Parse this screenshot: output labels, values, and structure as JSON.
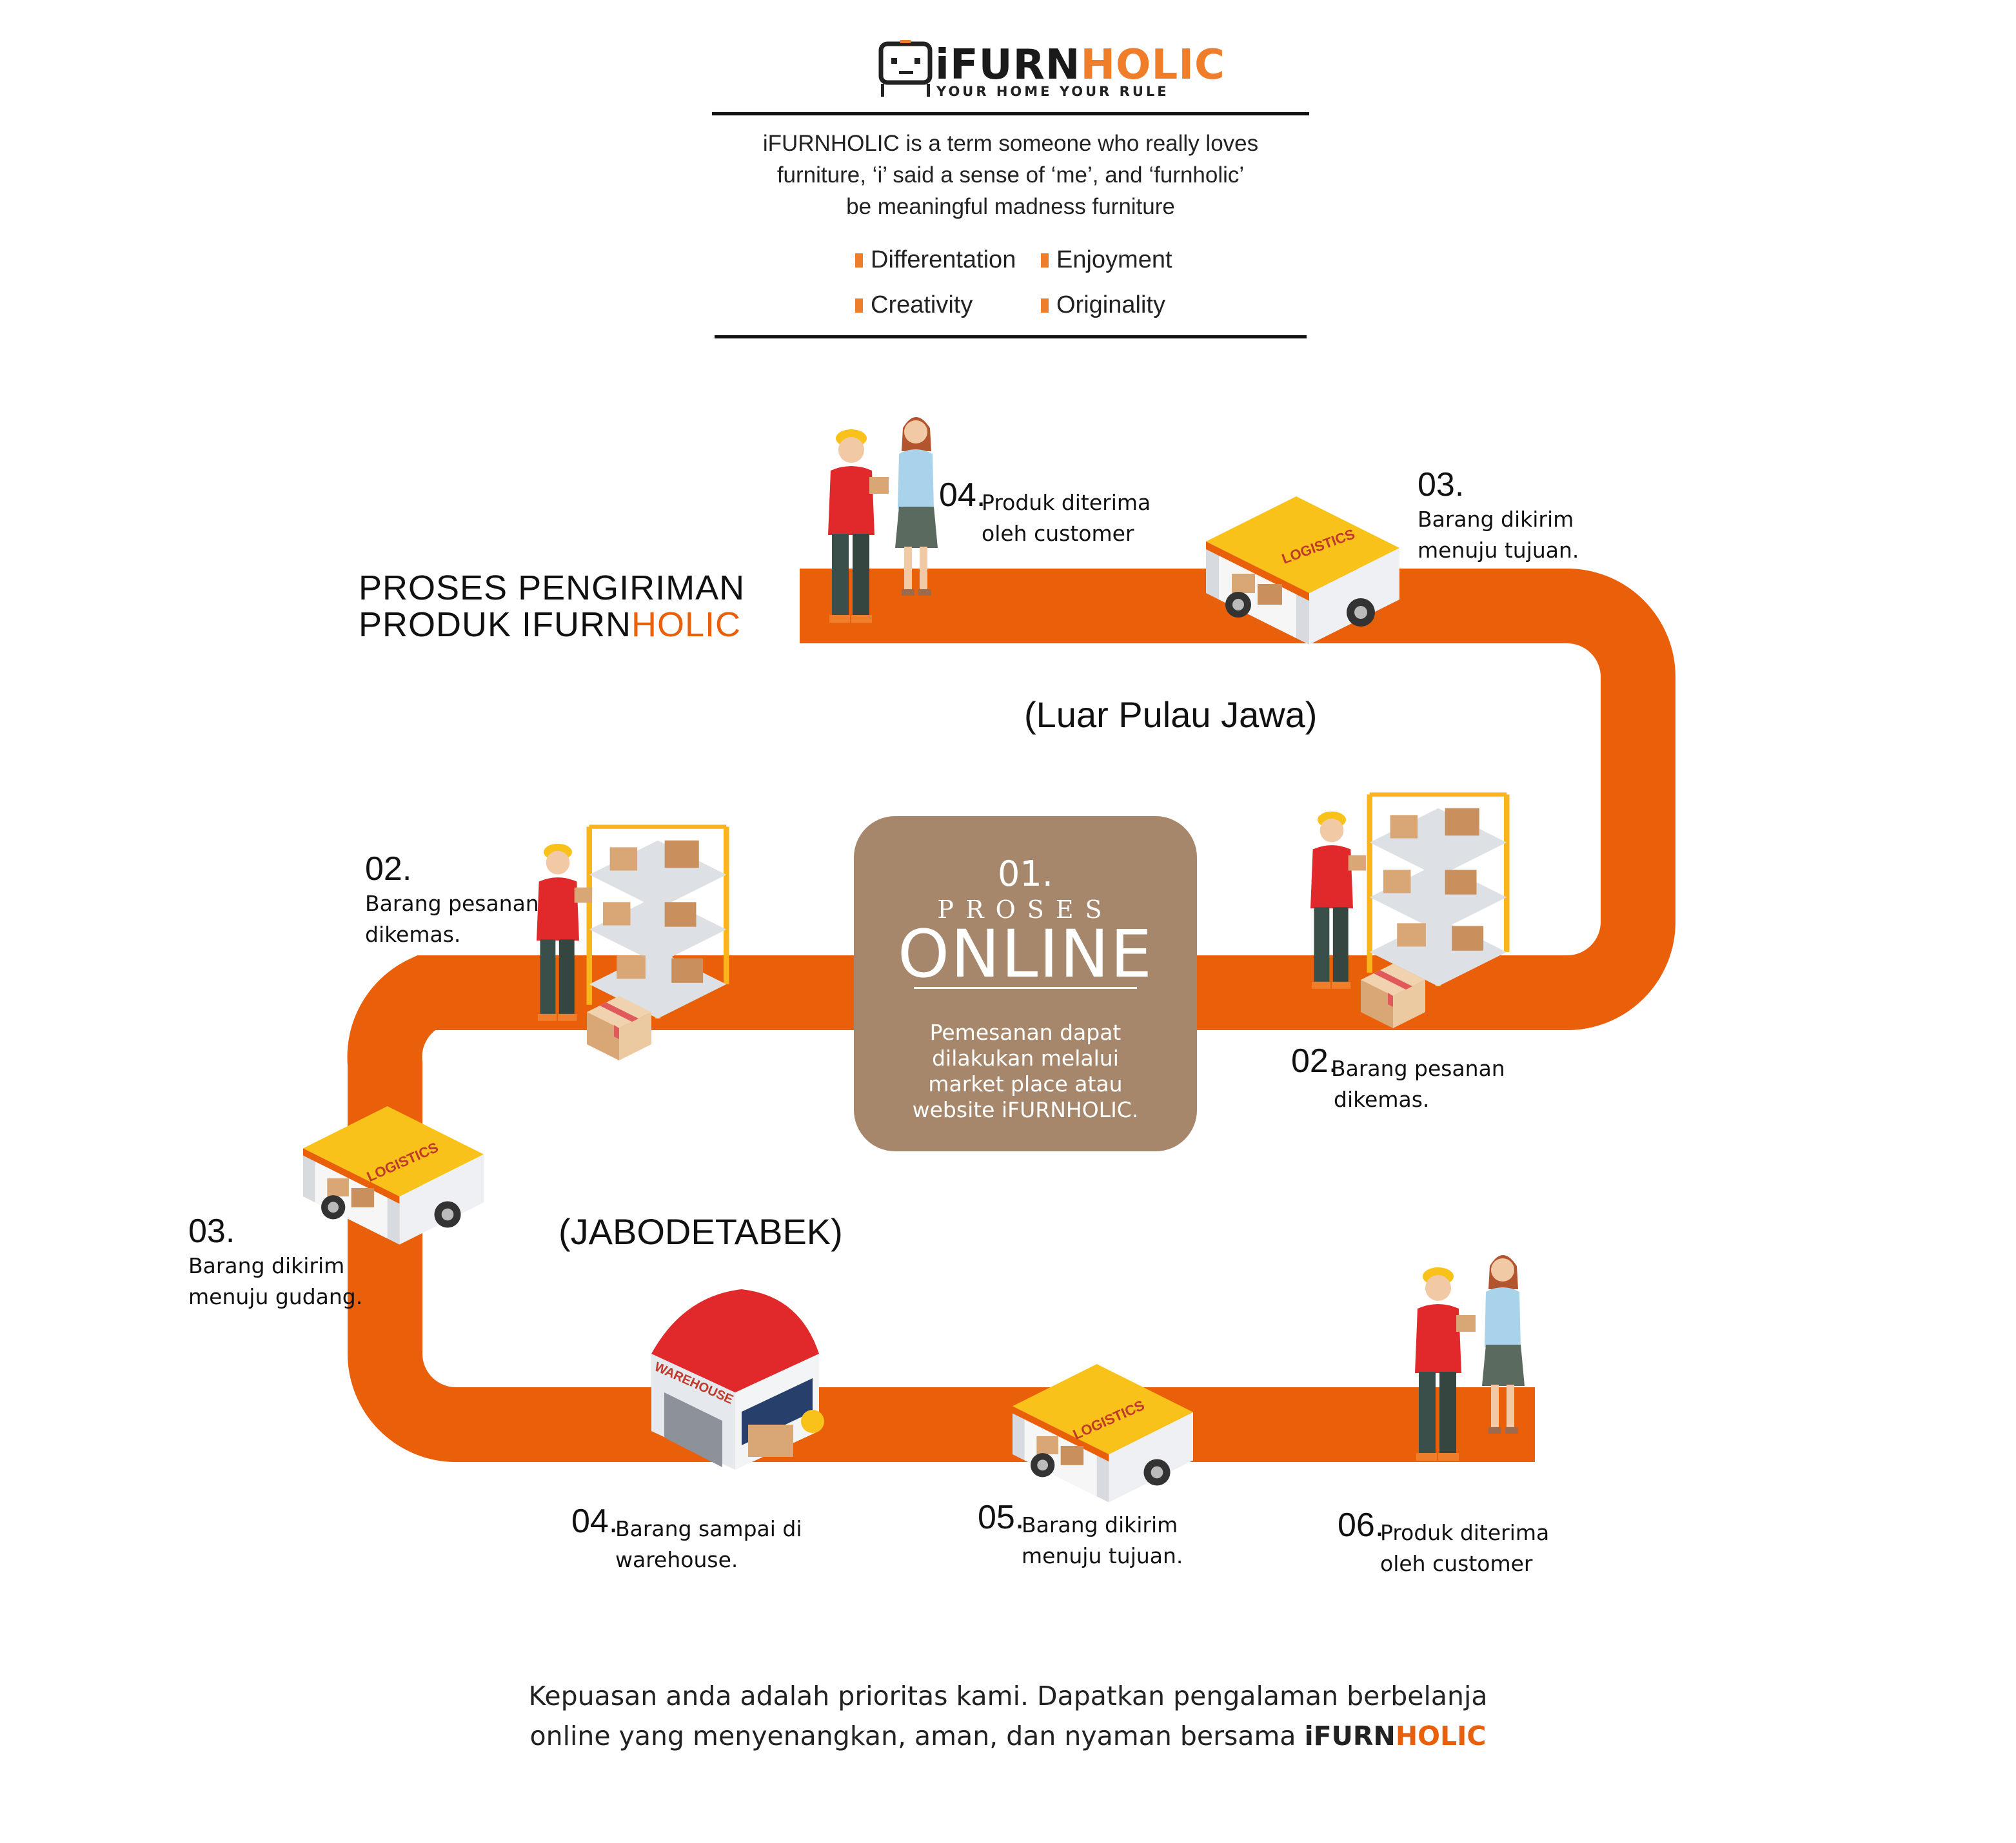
{
  "header": {
    "brand_prefix": "iFURN",
    "brand_suffix": "HOLIC",
    "tagline": "YOUR HOME YOUR RULE",
    "description": [
      "iFURNHOLIC is a term someone who really loves",
      "furniture, ‘i’ said a sense of ‘me’, and ‘furnholic’",
      "be meaningful madness furniture"
    ],
    "values": [
      "Differentation",
      "Enjoyment",
      "Creativity",
      "Originality"
    ]
  },
  "title": {
    "line1": "PROSES PENGIRIMAN",
    "line2_prefix": "PRODUK IFURN",
    "line2_suffix": "HOLIC"
  },
  "regions": {
    "outside_java": "(Luar Pulau Jawa)",
    "jabodetabek": "(JABODETABEK)"
  },
  "online": {
    "number": "01.",
    "label_small": "PROSES",
    "label_big": "ONLINE",
    "description": [
      "Pemesanan dapat",
      "dilakukan melalui",
      "market place atau",
      "website iFURNHOLIC."
    ]
  },
  "outside_steps": [
    {
      "number": "04.",
      "text": [
        "Produk diterima",
        "oleh customer"
      ]
    },
    {
      "number": "03.",
      "text": [
        "Barang dikirim",
        "menuju tujuan."
      ]
    },
    {
      "number": "02.",
      "text": [
        "Barang pesanan",
        "dikemas."
      ]
    }
  ],
  "local_steps": [
    {
      "number": "02.",
      "text": [
        "Barang pesanan",
        "dikemas."
      ]
    },
    {
      "number": "03.",
      "text": [
        "Barang dikirim",
        "menuju gudang."
      ]
    },
    {
      "number": "04.",
      "text": [
        "Barang sampai di",
        "warehouse."
      ]
    },
    {
      "number": "05.",
      "text": [
        "Barang dikirim",
        "menuju tujuan."
      ]
    },
    {
      "number": "06.",
      "text": [
        "Produk diterima",
        "oleh customer"
      ]
    }
  ],
  "truck_label": "LOGISTICS",
  "warehouse_label": "WAREHOUSE",
  "footer": {
    "line1": "Kepuasan anda adalah prioritas kami. Dapatkan pengalaman berbelanja",
    "line2": "online yang menyenangkan, aman, dan nyaman bersama ",
    "brand_prefix": "iFURN",
    "brand_suffix": "HOLIC"
  },
  "colors": {
    "road": "#e95f0a",
    "accent": "#f07d2a",
    "online_box": "#a6876b",
    "truck_roof": "#f9c21b",
    "worker_shirt": "#e1292c"
  }
}
